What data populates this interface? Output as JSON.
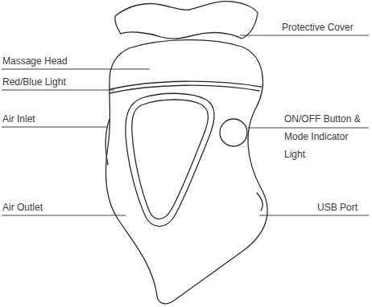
{
  "diagram": {
    "labels": [
      "Protective Cover",
      "Massage Head",
      "Red/Blue Light",
      "Air Inlet",
      "ON/OFF Button & Mode Indicator Light",
      "USB Port",
      "Air Outlet"
    ]
  }
}
